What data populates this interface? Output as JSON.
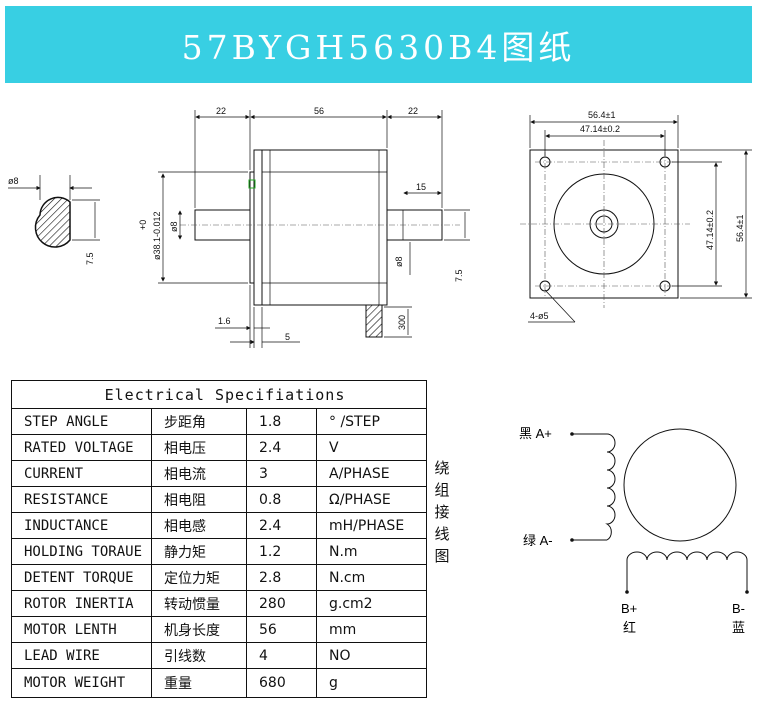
{
  "header": {
    "title": "57BYGH5630B4图纸"
  },
  "drawing": {
    "section_width": "ø8",
    "section_flat": "7.5",
    "front_left_len": "22",
    "body_len": "56",
    "shaft_len": "22",
    "flat_len": "15",
    "pilot_dia": "ø38.1-0.012",
    "pilot_tol_plus": "+0",
    "rear_shaft_dia": "ø8",
    "front_shaft_dia": "ø8",
    "front_flat": "7.5",
    "pilot_depth": "1.6",
    "flange_t": "5",
    "lead_len": "300",
    "face_width": "56.4±1",
    "hole_spacing": "47.14±0.2",
    "hole_spacing_v": "47.14±0.2",
    "face_height": "56.4±1",
    "holes": "4-ø5"
  },
  "specs": {
    "title": "Electrical Specifiations",
    "rows": [
      {
        "en": "STEP ANGLE",
        "cn": "步距角",
        "value": "1.8",
        "unit": "° /STEP"
      },
      {
        "en": "RATED VOLTAGE",
        "cn": "相电压",
        "value": "2.4",
        "unit": "V"
      },
      {
        "en": "CURRENT",
        "cn": "相电流",
        "value": "3",
        "unit": "A/PHASE"
      },
      {
        "en": "RESISTANCE",
        "cn": "相电阻",
        "value": "0.8",
        "unit": "Ω/PHASE"
      },
      {
        "en": "INDUCTANCE",
        "cn": "相电感",
        "value": "2.4",
        "unit": "mH/PHASE"
      },
      {
        "en": "HOLDING TORAUE",
        "cn": "静力矩",
        "value": "1.2",
        "unit": "N.m"
      },
      {
        "en": "DETENT TORQUE",
        "cn": "定位力矩",
        "value": "2.8",
        "unit": "N.cm"
      },
      {
        "en": "ROTOR INERTIA",
        "cn": "转动惯量",
        "value": "280",
        "unit": "g.cm2"
      },
      {
        "en": "MOTOR LENTH",
        "cn": "机身长度",
        "value": "56",
        "unit": "mm"
      },
      {
        "en": "LEAD WIRE",
        "cn": "引线数",
        "value": "4",
        "unit": "NO"
      },
      {
        "en": "MOTOR WEIGHT",
        "cn": "重量",
        "value": "680",
        "unit": "g"
      }
    ]
  },
  "wiring": {
    "title": "绕组接线图",
    "a_plus": "黑 A+",
    "a_minus": "绿 A-",
    "b_plus": "B+",
    "b_plus_color": "红",
    "b_minus": "B-",
    "b_minus_color": "蓝"
  },
  "colors": {
    "banner": "#38cfe3"
  }
}
